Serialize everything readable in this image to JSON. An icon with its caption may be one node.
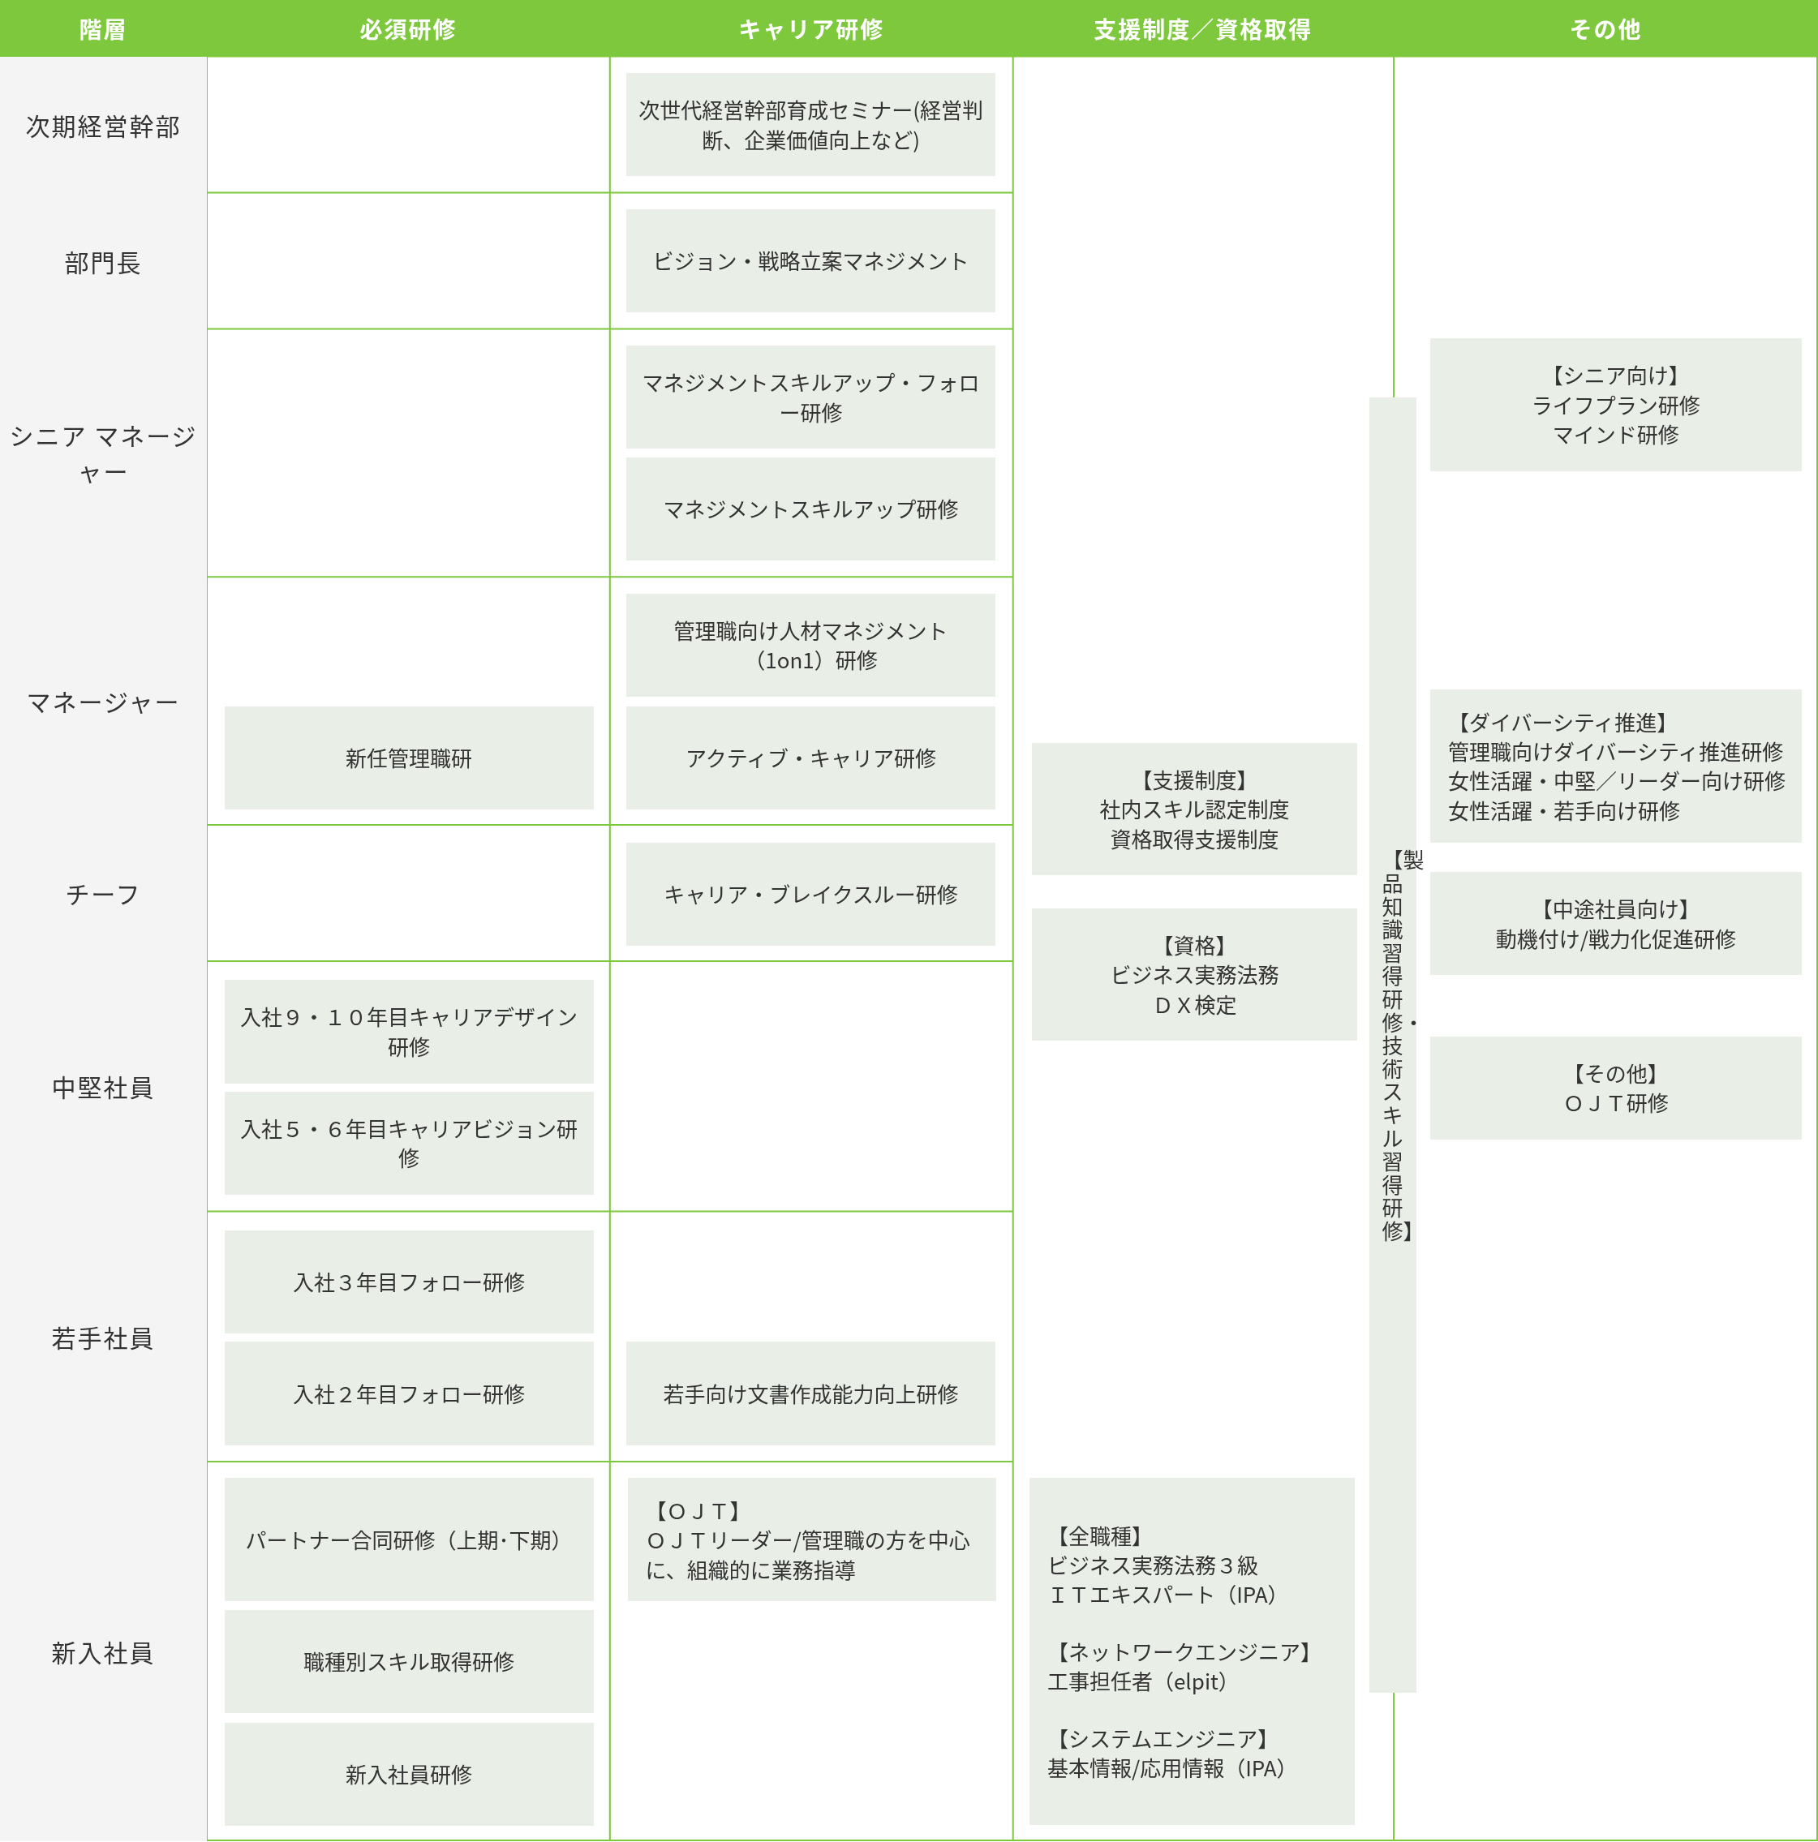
{
  "diagram": {
    "nodes": [
      {
        "text": [
          "階層"
        ]
      },
      {
        "text": [
          "必須研修"
        ]
      },
      {
        "text": [
          "キャリア研修"
        ]
      },
      {
        "text": [
          "支援制度／資格取得"
        ]
      },
      {
        "text": [
          "その他"
        ]
      },
      {
        "text": [
          "次期経営幹部"
        ]
      },
      {
        "text": [
          "部門長"
        ]
      },
      {
        "text": [
          "シニア マネージャー"
        ]
      },
      {
        "text": [
          "マネージャー"
        ]
      },
      {
        "text": [
          "チーフ"
        ]
      },
      {
        "text": [
          "中堅社員"
        ]
      },
      {
        "text": [
          "若手社員"
        ]
      },
      {
        "text": [
          "新入社員"
        ]
      },
      {
        "text": [
          "次世代経営幹部育成セミナー(経営判断、企業価値向上など)"
        ]
      },
      {
        "text": [
          "ビジョン・戦略立案マネジメント"
        ]
      },
      {
        "text": [
          "【シニア向け】",
          "ライフプラン研修",
          "マインド研修"
        ]
      },
      {
        "text": [
          "マネジメントスキルアップ・フォロー研修"
        ]
      },
      {
        "text": [
          "マネジメントスキルアップ研修"
        ]
      },
      {
        "text": [
          "管理職向け人材マネジメント（1on1）研修"
        ]
      },
      {
        "text": [
          "【ダイバーシティ推進】",
          "管理職向けダイバーシティ推進研修",
          "女性活躍・中堅／リーダー向け研修",
          "女性活躍・若手向け研修"
        ]
      },
      {
        "text": [
          "新任管理職研"
        ]
      },
      {
        "text": [
          "アクティブ・キャリア研修"
        ]
      },
      {
        "text": [
          "【支援制度】",
          "社内スキル認定制度",
          "資格取得支援制度"
        ]
      },
      {
        "text": [
          "キャリア・ブレイクスルー研修"
        ]
      },
      {
        "text": [
          "【中途社員向け】",
          "動機付け/戦力化促進研修"
        ]
      },
      {
        "text": [
          "【資格】",
          "ビジネス実務法務",
          "ＤＸ検定"
        ]
      },
      {
        "text": [
          "入社９・１０年目キャリアデザイン研修"
        ]
      },
      {
        "text": [
          "【その他】",
          "ＯＪＴ研修"
        ]
      },
      {
        "text": [
          "入社５・６年目キャリアビジョン研修"
        ]
      },
      {
        "text": [
          "入社３年目フォロー研修"
        ]
      },
      {
        "text": [
          "入社２年目フォロー研修"
        ]
      },
      {
        "text": [
          "若手向け文書作成能力向上研修"
        ]
      },
      {
        "text": [
          "パートナー合同研修（上期･下期）"
        ]
      },
      {
        "text": [
          "【ＯＪＴ】",
          "ＯＪＴリーダー/管理職の方を中心に、組織的に業務指導"
        ]
      },
      {
        "text": [
          "【全職種】",
          "ビジネス実務法務３級",
          "ＩＴエキスパート（IPA）",
          "【ネットワークエンジニア】",
          "工事担任者（elpit）",
          "【システムエンジニア】",
          "基本情報/応用情報（IPA）"
        ]
      },
      {
        "text": [
          "職種別スキル取得研修"
        ]
      },
      {
        "text": [
          "新入社員研修"
        ]
      },
      {
        "text": [
          "【製品知識習得研修・技術スキル習得研修】"
        ]
      }
    ],
    "edges": []
  }
}
